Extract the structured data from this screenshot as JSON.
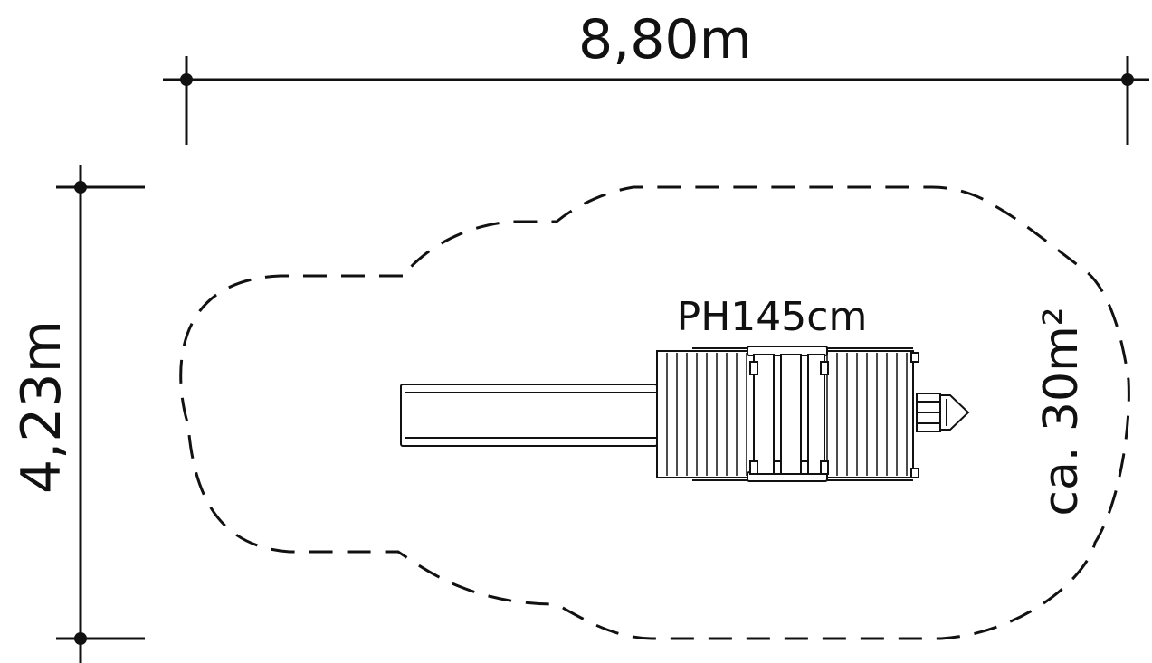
{
  "labels": {
    "width_dimension": "8,80m",
    "depth_dimension": "4,23m",
    "platform_height": "PH145cm",
    "safety_area": "ca. 30m²"
  },
  "colors": {
    "line": "#111111",
    "background": "#ffffff"
  }
}
